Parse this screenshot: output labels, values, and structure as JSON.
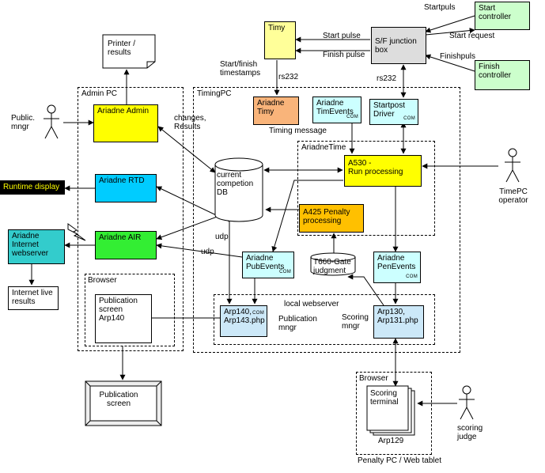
{
  "colors": {
    "yellow": "#ffff00",
    "light_yellow": "#ffff99",
    "orange_light": "#f9b47a",
    "cyan_light": "#ccffff",
    "blue": "#00ccff",
    "green": "#33ee33",
    "teal": "#33cccc",
    "orange": "#ffc000",
    "pale_green": "#ccffcc",
    "gray": "#dddddd",
    "light_blue": "#cce8f8",
    "black": "#000000"
  },
  "groups": {
    "admin_pc": "Admin PC",
    "timing_pc": "TimingPC",
    "ariadne_time": "AriadneTime",
    "browser_admin": "Browser",
    "local_webserver": "local webserver",
    "browser_penalty": "Browser",
    "penalty_pc": "Penalty PC / Web tablet"
  },
  "nodes": {
    "printer": "Printer /\nresults",
    "timy": "Timy",
    "sf_box": "S/F junction\nbox",
    "start_controller": "Start\ncontroller",
    "finish_controller": "Finish\ncontroller",
    "ariadne_admin": "Ariadne Admin",
    "ariadne_timy": "Ariadne\nTimy",
    "timevents": "Ariadne\nTimEvents",
    "startpost": "Startpost\nDriver",
    "rtd": "Ariadne RTD",
    "runtime_display": "Runtime display",
    "db": "current\ncompetion\nDB",
    "a530": "A530 -\nRun processing",
    "a425": "A425 Penalty\nprocessing",
    "air": "Ariadne AIR",
    "webserver": "Ariadne\nInternet\nwebserver",
    "pubevents": "Ariadne\nPubEvents",
    "t660": "T660-Gate\njudgment",
    "penevents": "Ariadne\nPenEvents",
    "internet_live": "Internet live\nresults",
    "pub_screen_app": "Publication\nscreen\nArp140",
    "arp140": "Arp140,\nArp143.php",
    "arp130": "Arp130,\nArp131.php",
    "publication_screen": "Publication\nscreen",
    "scoring_terminal": "Scoring\nterminal",
    "arp129": "Arp129",
    "com_tag": "COM"
  },
  "actors": {
    "public_mngr": "Public.\nmngr",
    "timepc_operator": "TimePC\noperator",
    "scoring_judge": "scoring\njudge"
  },
  "labels": {
    "startpuls": "Startpuls",
    "start_pulse": "Start pulse",
    "start_request": "Start request",
    "finish_pulse": "Finish pulse",
    "finishpuls": "Finishpuls",
    "start_finish_timestamps": "Start/finish\ntimestamps",
    "rs232_a": "rs232",
    "rs232_b": "rs232",
    "changes_results": "changes,\nResults",
    "timing_message": "Timing message",
    "udp_a": "udp",
    "udp_b": "udp",
    "publication_mngr": "Publication\nmngr",
    "scoring_mngr": "Scoring\nmngr"
  }
}
